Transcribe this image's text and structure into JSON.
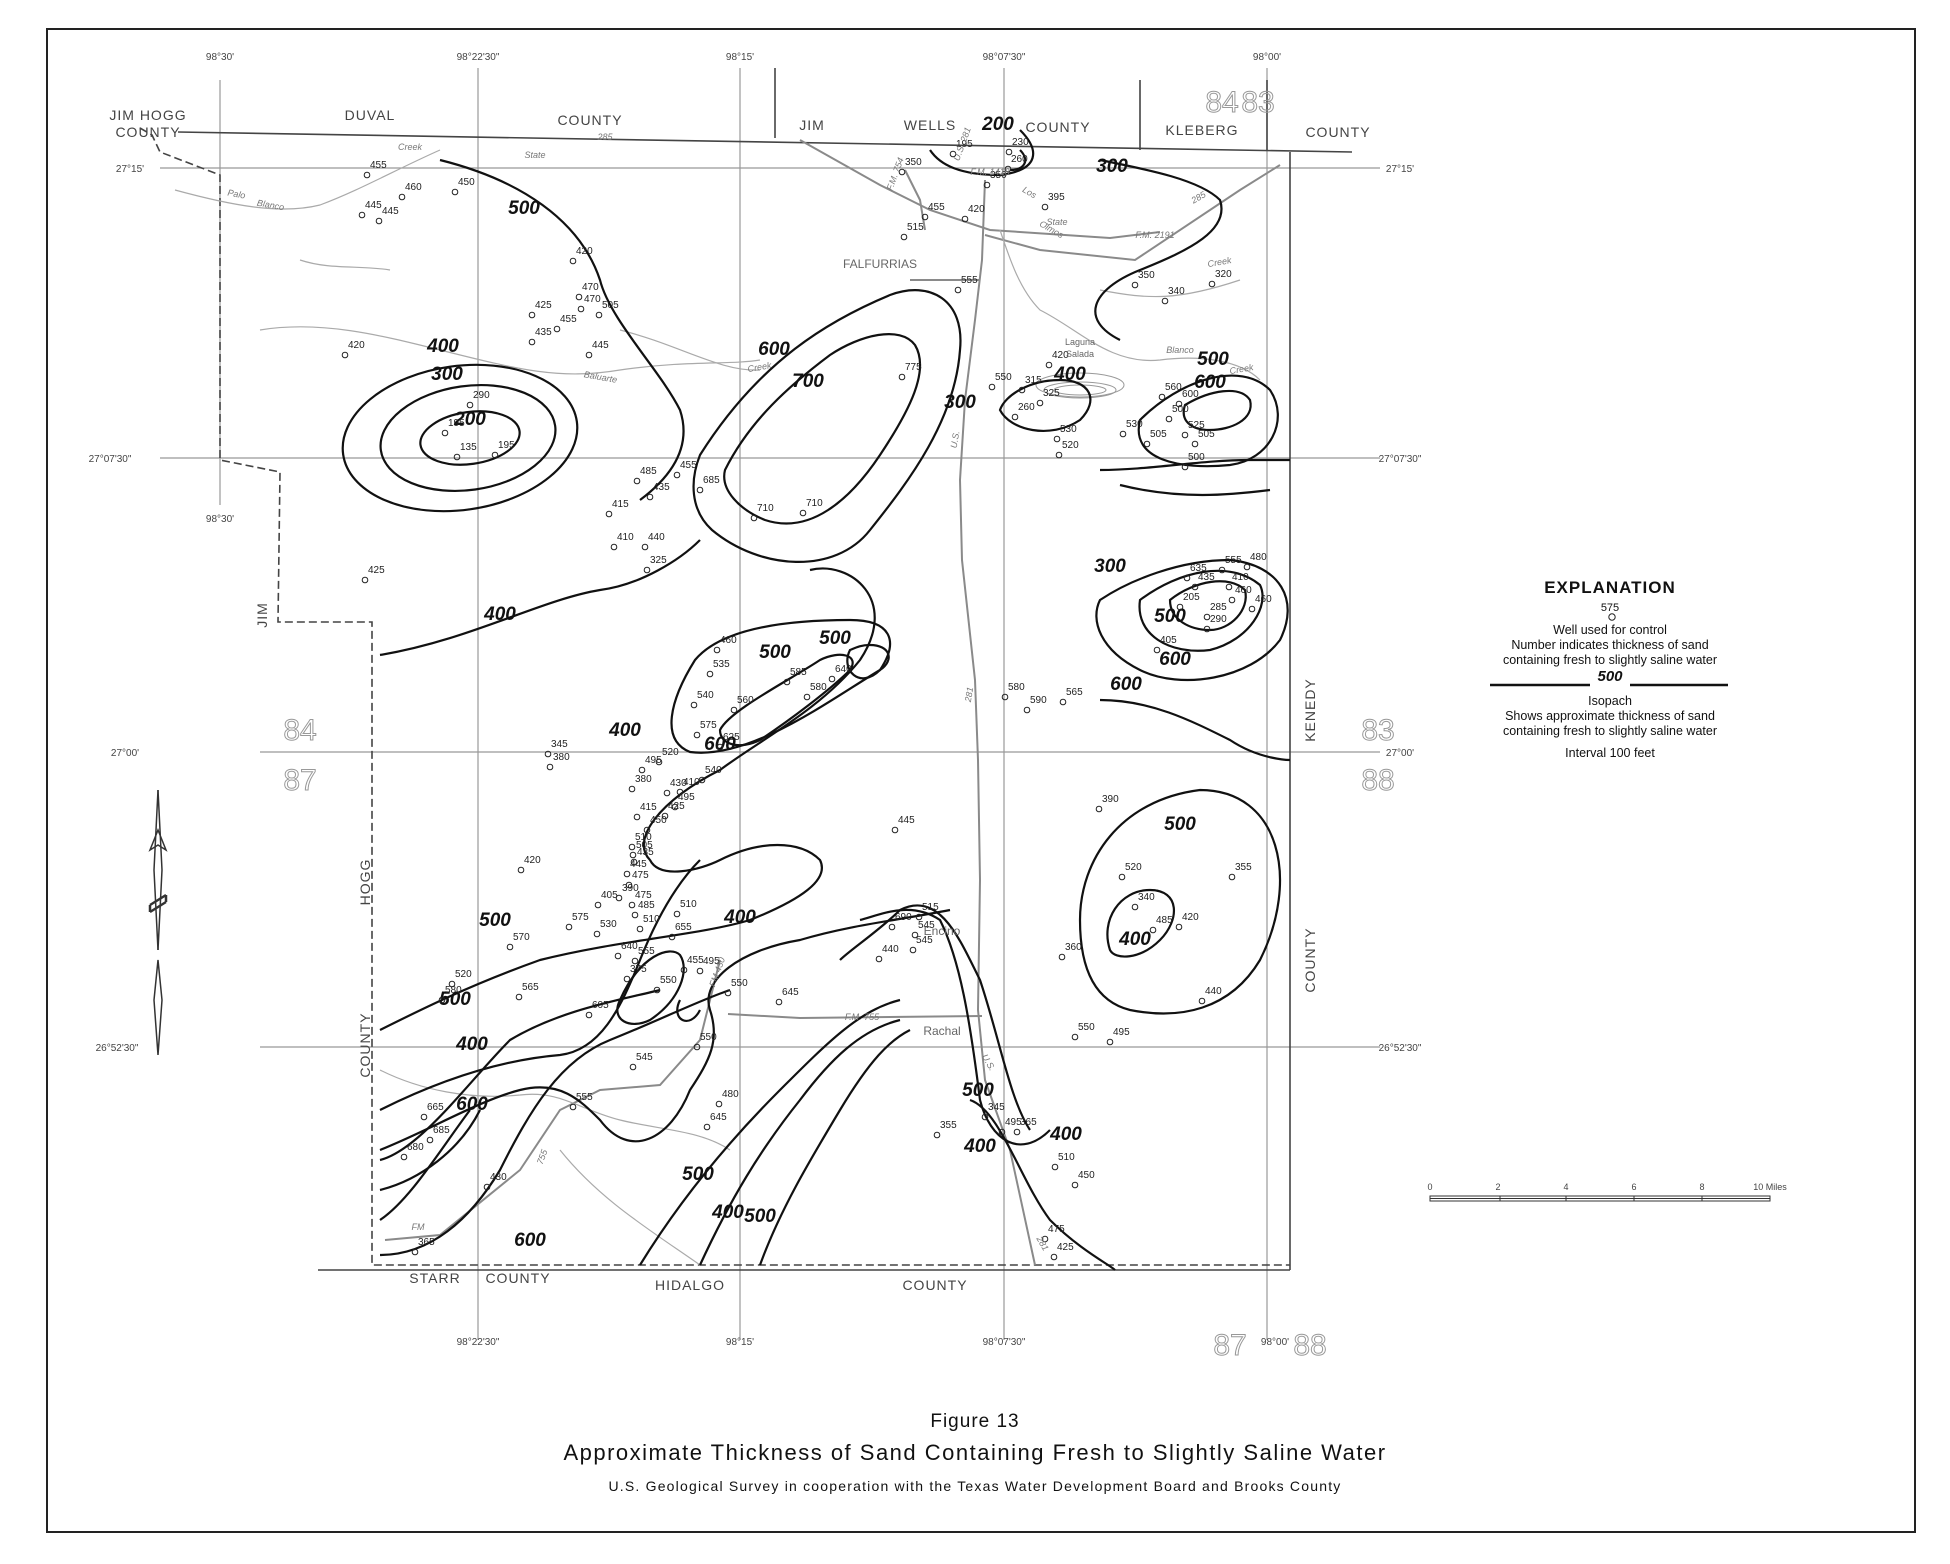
{
  "caption": {
    "figure": "Figure 13",
    "title": "Approximate Thickness of Sand Containing Fresh to Slightly Saline Water",
    "credit": "U.S. Geological Survey in cooperation with the Texas Water Development Board and Brooks County"
  },
  "explanation": {
    "title": "EXPLANATION",
    "well_number": "575",
    "well_line1": "Well used for control",
    "well_line2": "Number indicates thickness of sand",
    "well_line3": "containing fresh to slightly saline water",
    "isopach_number": "500",
    "isopach_line1": "Isopach",
    "isopach_line2": "Shows approximate thickness of sand",
    "isopach_line3": "containing fresh to slightly saline water",
    "interval": "Interval 100 feet"
  },
  "scale_bar": {
    "ticks": [
      "0",
      "2",
      "4",
      "6",
      "8",
      "10 Miles"
    ]
  },
  "counties": [
    "JIM HOGG",
    "COUNTY",
    "DUVAL",
    "COUNTY",
    "JIM",
    "WELLS",
    "COUNTY",
    "KLEBERG",
    "COUNTY",
    "JIM",
    "HOGG",
    "COUNTY",
    "KENEDY",
    "COUNTY",
    "STARR",
    "COUNTY",
    "HIDALGO",
    "COUNTY"
  ],
  "places": [
    "FALFURRIAS",
    "Laguna",
    "Salada",
    "Encino",
    "Rachal"
  ],
  "roads": [
    "State",
    "285",
    "U.S. 281",
    "F.M. 754",
    "F.M. 1418",
    "State",
    "F.M. 2191",
    "285",
    "U.S.",
    "281",
    "FM 430",
    "F.M. 755",
    "U.S.",
    "755",
    "FM",
    "281"
  ],
  "creeks": [
    "Creek",
    "Palo",
    "Blanco",
    "Creek",
    "Los",
    "Olmos",
    "Creek",
    "Baluarte",
    "Blanco",
    "Creek"
  ],
  "coords": {
    "top": [
      "98°30'",
      "98°22'30\"",
      "98°15'",
      "98°07'30\"",
      "98°00'"
    ],
    "bottom": [
      "98°22'30\"",
      "98°15'",
      "98°07'30\"",
      "98°00'"
    ],
    "left": [
      "27°15'",
      "27°07'30\"",
      "27°00'",
      "26°52'30\""
    ],
    "right": [
      "27°15'",
      "27°07'30\"",
      "27°00'",
      "26°52'30\""
    ],
    "inner": [
      "98°30'"
    ]
  },
  "grid_numbers": [
    "84",
    "83",
    "84",
    "87",
    "83",
    "88",
    "87",
    "88"
  ],
  "isopach_labels": [
    "200",
    "300",
    "500",
    "400",
    "300",
    "200",
    "600",
    "700",
    "300",
    "400",
    "500",
    "600",
    "400",
    "500",
    "300",
    "500",
    "600",
    "400",
    "500",
    "600",
    "600",
    "500",
    "400",
    "400",
    "500",
    "500",
    "400",
    "600",
    "600",
    "500",
    "400",
    "500",
    "400",
    "500",
    "400"
  ],
  "wells": [
    "455",
    "460",
    "445",
    "450",
    "445",
    "420",
    "470",
    "470",
    "505",
    "425",
    "455",
    "435",
    "445",
    "420",
    "290",
    "195",
    "135",
    "195",
    "485",
    "455",
    "435",
    "415",
    "410",
    "440",
    "325",
    "425",
    "685",
    "710",
    "710",
    "775",
    "555",
    "550",
    "315",
    "325",
    "420",
    "260",
    "530",
    "520",
    "560",
    "600",
    "500",
    "530",
    "505",
    "525",
    "505",
    "500",
    "195",
    "230",
    "260",
    "350",
    "350",
    "395",
    "455",
    "420",
    "515",
    "350",
    "340",
    "320",
    "635",
    "555",
    "480",
    "435",
    "410",
    "205",
    "460",
    "285",
    "460",
    "290",
    "405",
    "460",
    "535",
    "540",
    "560",
    "585",
    "640",
    "580",
    "575",
    "625",
    "380",
    "345",
    "520",
    "540",
    "550",
    "580",
    "590",
    "565",
    "495",
    "380",
    "430",
    "410",
    "495",
    "425",
    "415",
    "450",
    "510",
    "505",
    "445",
    "435",
    "445",
    "475",
    "390",
    "475",
    "420",
    "405",
    "485",
    "510",
    "575",
    "510",
    "530",
    "655",
    "640",
    "555",
    "375",
    "550",
    "455",
    "495",
    "605",
    "550",
    "645",
    "515",
    "690",
    "545",
    "545",
    "440",
    "390",
    "520",
    "340",
    "485",
    "420",
    "360",
    "355",
    "440",
    "550",
    "495",
    "580",
    "570",
    "520",
    "565",
    "545",
    "555",
    "480",
    "645",
    "665",
    "685",
    "680",
    "430",
    "365",
    "355",
    "345",
    "495",
    "365",
    "510",
    "450",
    "475",
    "425",
    "575",
    "445",
    "455"
  ]
}
